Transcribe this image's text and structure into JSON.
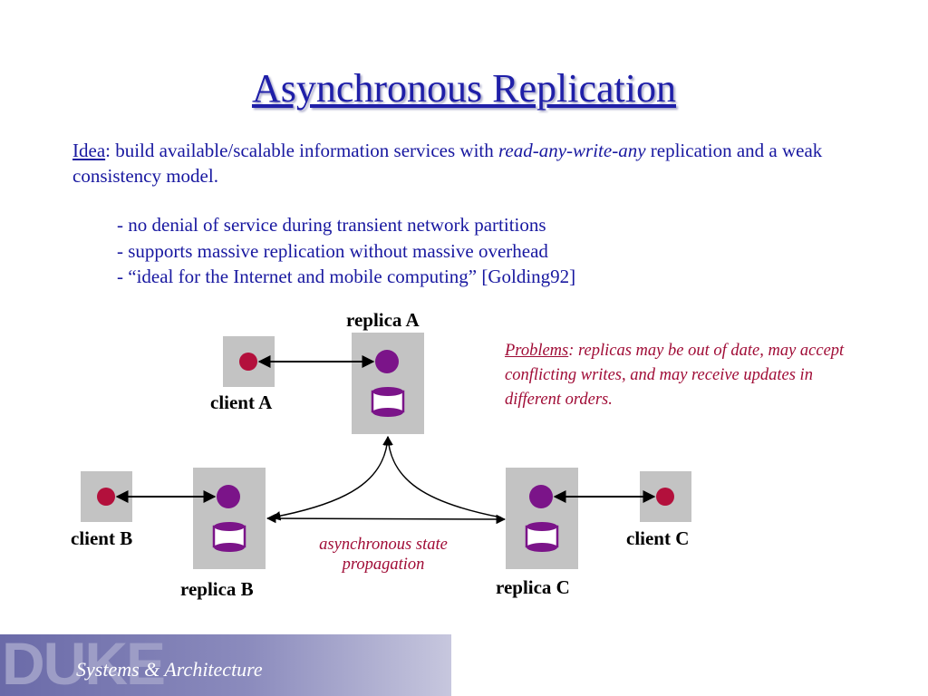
{
  "slide": {
    "title": "Asynchronous Replication",
    "idea": {
      "label": "Idea",
      "text_before": ": build available/scalable information services with ",
      "emphasis": "read-any-write-any",
      "text_after": " replication and a weak consistency model."
    },
    "bullets": [
      "- no denial of service during transient network partitions",
      "- supports massive replication without massive overhead",
      "- “ideal for the Internet and mobile computing” [Golding92]"
    ],
    "problems": {
      "label": "Problems",
      "text": ": replicas may be out of date, may accept conflicting writes, and may receive updates in different orders."
    }
  },
  "diagram": {
    "replica_a": "replica A",
    "replica_b": "replica B",
    "replica_c": "replica C",
    "client_a": "client A",
    "client_b": "client B",
    "client_c": "client C",
    "propagation_line1": "asynchronous state",
    "propagation_line2": "propagation"
  },
  "footer": {
    "logo_text": "DUKE",
    "subtitle": "Systems & Architecture"
  },
  "colors": {
    "title": "#1f1fa8",
    "body_text": "#1818a0",
    "problems_text": "#a00c36",
    "client_dot": "#b3103c",
    "replica_purple": "#7b1489",
    "box_gray": "#c3c3c3"
  }
}
